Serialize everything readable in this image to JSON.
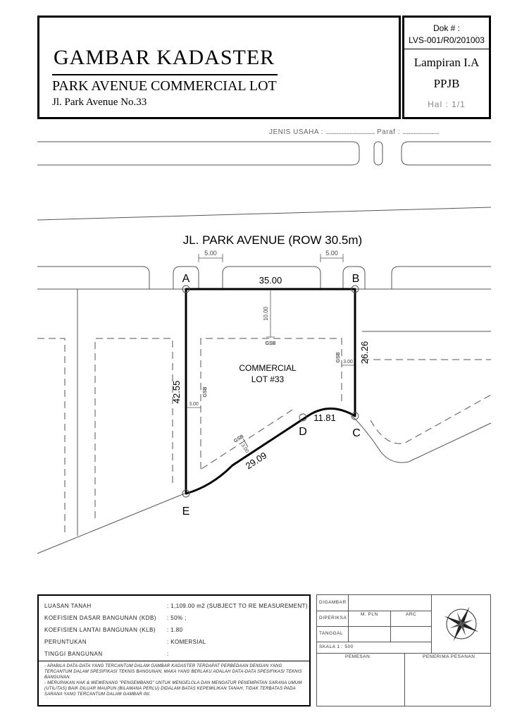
{
  "header": {
    "main_title": "GAMBAR KADASTER",
    "sub_title": "PARK AVENUE COMMERCIAL LOT",
    "address": "Jl. Park Avenue No.33"
  },
  "doc": {
    "label": "Dok # :",
    "number": "LVS-001/R0/201003",
    "lampiran": "Lampiran I.A",
    "ppjb": "PPJB",
    "hal": "Hal : 1/1"
  },
  "jenis": {
    "jenis_label": "JENIS USAHA :",
    "paraf_label": "Paraf :"
  },
  "plan": {
    "street_name": "JL. PARK AVENUE (ROW 30.5m)",
    "lot_name_1": "COMMERCIAL",
    "lot_name_2": "LOT #33",
    "points": {
      "a": "A",
      "b": "B",
      "c": "C",
      "d": "D",
      "e": "E"
    },
    "dims": {
      "ab": "35.00",
      "bc": "26.26",
      "cd": "11.81",
      "de": "29.09",
      "ea": "42.55",
      "gate_left": "5.00",
      "gate_right": "5.00",
      "setback_front": "10.00",
      "setback_right": "3.00",
      "setback_left": "3.00",
      "setback_diag": "3.00"
    },
    "gsb": "GSB"
  },
  "info": {
    "rows": [
      {
        "label": "LUASAN TANAH",
        "value": ": 1,109.00 m2  (SUBJECT TO RE MEASUREMENT)"
      },
      {
        "label": "KOEFISIEN DASAR BANGUNAN (KDB)",
        "value": ": 50% ;"
      },
      {
        "label": "KOEFISIEN LANTAI BANGUNAN (KLB)",
        "value": ": 1.80"
      },
      {
        "label": "PERUNTUKAN",
        "value": ": KOMERSIAL"
      },
      {
        "label": "TINGGI BANGUNAN",
        "value": ":"
      }
    ],
    "note_1": "- APABILA DATA-DATA YANG TERCANTUM DALAM GAMBAR KADASTER TERDAPAT PERBEDAAN DENGAN YANG TERCANTUM DALAM SPESIFIKASI TEKNIS BANGUNAN, MAKA YANG BERLAKU ADALAH DATA-DATA SPESIFIKASI TEKNIS BANGUNAN.",
    "note_2": "- MERUPAKAN HAK & WEWENANG \"PENGEMBANG\" UNTUK MENGELOLA DAN MENGATUR PENEMPATAN SARANA UMUM (UTILITAS) BAIK DILUAR MAUPUN (BILAMANA PERLU) DIDALAM BATAS KEPEMILIKAN TANAH, TIDAK TERBATAS PADA SARANA YANG TERCANTUM DALAM GAMBAR INI."
  },
  "sign": {
    "digambar": "DIGAMBAR",
    "diperiksa": "DIPERIKSA",
    "tanggal": "TANGGAL",
    "skala": "SKALA     1 : 500",
    "m_pln": "M. PLN",
    "arc": "ARC",
    "pemesan": "PEMESAN",
    "penerima": "PENERIMA PESANAN"
  }
}
